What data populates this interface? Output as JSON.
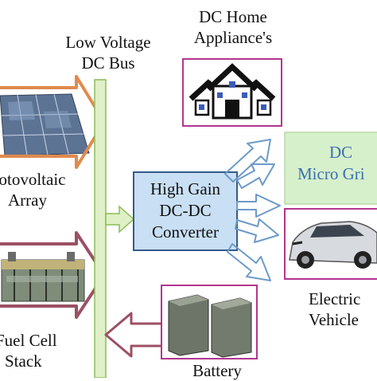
{
  "labels": {
    "bus_line1": "Low Voltage",
    "bus_line2": "DC Bus",
    "home_line1": "DC Home",
    "home_line2": "Appliance's",
    "pv_line1": "hotovoltaic",
    "pv_line2": "Array",
    "fuel_line1": "Fuel Cell",
    "fuel_line2": "Stack",
    "converter_line1": "High Gain",
    "converter_line2": "DC-DC",
    "converter_line3": "Converter",
    "grid_line1": "DC",
    "grid_line2": "Micro Gri",
    "ev_line1": "Electric",
    "ev_line2": "Vehicle",
    "battery": "Battery"
  },
  "colors": {
    "source_arrow": "#e08a4e",
    "bus_fill": "#dff0c6",
    "bus_stroke": "#8cbc5a",
    "converter_fill": "#c9dff3",
    "converter_stroke": "#345b8a",
    "output_arrow": "#6d9ac9",
    "load_frame": "#b3358f",
    "grid_fill": "#d6f0cc",
    "grid_text": "#3e6fb0",
    "battery_arrow": "#9c5064"
  }
}
